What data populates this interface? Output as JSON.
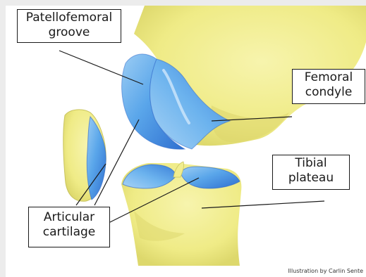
{
  "labels": {
    "patellofemoral_groove": [
      "Patellofemoral",
      "groove"
    ],
    "femoral_condyle": [
      "Femoral",
      "condyle"
    ],
    "tibial_plateau": [
      "Tibial",
      "plateau"
    ],
    "articular_cartilage": [
      "Articular",
      "cartilage"
    ]
  },
  "credit": "Illustration by Carlin Sente",
  "colors": {
    "bone": "#f1ed8e",
    "bone_shade": "#d8d46a",
    "cartilage": "#5aa6ea",
    "cartilage_dark": "#2b63c8",
    "cartilage_light": "#a9d3f5",
    "leader_line": "#1a1a1a"
  }
}
